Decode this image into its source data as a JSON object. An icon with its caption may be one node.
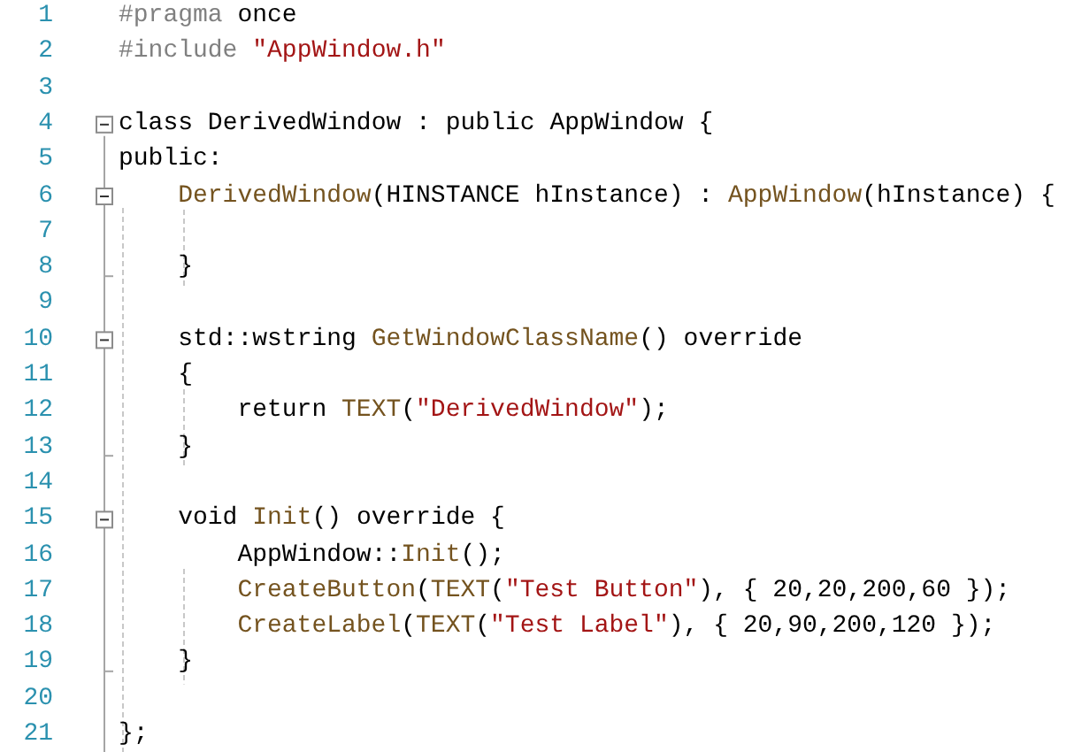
{
  "diagram": {
    "labels": [
      "1",
      "#pragma once",
      "2",
      "#include \"AppWindow.h\"",
      "3",
      "4",
      "class DerivedWindow : public AppWindow {",
      "5",
      "public:",
      "6",
      "DerivedWindow(HINSTANCE hInstance) : AppWindow(hInstance) {",
      "7",
      "8",
      "}",
      "9",
      "10",
      "std::wstring GetWindowClassName() override",
      "11",
      "{",
      "12",
      "return TEXT(\"DerivedWindow\");",
      "13",
      "}",
      "14",
      "15",
      "void Init() override {",
      "16",
      "AppWindow::Init();",
      "17",
      "CreateButton(TEXT(\"Test Button\"), { 20,20,200,60 });",
      "18",
      "CreateLabel(TEXT(\"Test Label\"), { 20,90,200,120 });",
      "19",
      "}",
      "20",
      "21",
      "};"
    ]
  }
}
